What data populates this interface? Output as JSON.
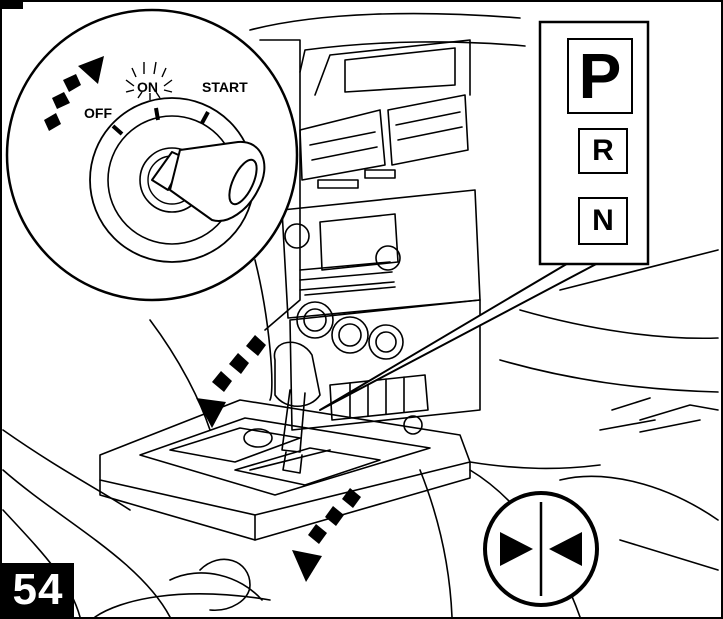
{
  "ignition": {
    "off_label": "OFF",
    "on_label": "ON",
    "start_label": "START"
  },
  "gear_indicator": {
    "park": "P",
    "reverse": "R",
    "neutral": "N"
  },
  "step_number": "54",
  "icons": {
    "rotate_arrow": "dashed-curved-arrow-icon",
    "press_arrows": "dashed-down-arrow-icon",
    "brake_symbol": "press-inward-arrows-icon",
    "key": "ignition-key-icon"
  },
  "colors": {
    "ink": "#000000",
    "paper": "#ffffff"
  }
}
